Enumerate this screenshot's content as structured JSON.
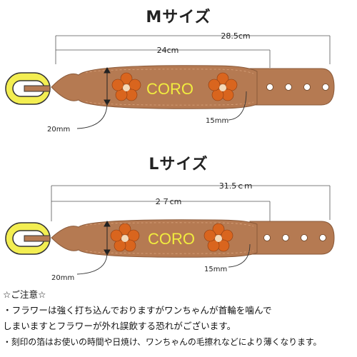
{
  "sizes": {
    "m": {
      "title": "Mサイズ",
      "total_length": "28.5cm",
      "inner_length": "24cm",
      "width_label": "20mm",
      "tip_label": "15mm",
      "engraving": "CORO"
    },
    "l": {
      "title": "Lサイズ",
      "total_length": "31.5ｃｍ",
      "inner_length": "２７cm",
      "width_label": "20mm",
      "tip_label": "15mm",
      "engraving": "CORO"
    }
  },
  "notes": {
    "heading": "☆ご注意☆",
    "line1": "・フラワーは強く打ち込んでおりますがワンちゃんが首輪を噛んで",
    "line2": "しまいますとフラワーが外れ誤飲する恐れがございます。",
    "line3": "・刻印の箔はお使いの時間や日焼け、ワンちゃんの毛擦れなどにより薄くなります。"
  },
  "colors": {
    "leather": "#b57a52",
    "leather_dark": "#8a5a3a",
    "buckle": "#f3ee52",
    "flower": "#d9651e",
    "flower_center": "#f4d9b8",
    "engraving": "#f1ec3f"
  }
}
